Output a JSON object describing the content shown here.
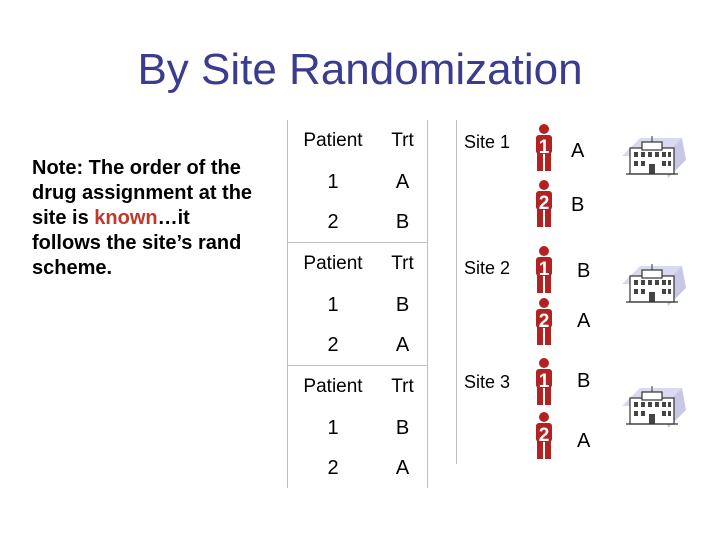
{
  "title": "By Site Randomization",
  "note": {
    "before": "Note:  The order of the drug assignment at the site is ",
    "highlight": "known",
    "after": "…it follows the site’s rand scheme."
  },
  "tables": [
    {
      "header": [
        "Patient",
        "Trt"
      ],
      "rows": [
        [
          "1",
          "A"
        ],
        [
          "2",
          "B"
        ]
      ]
    },
    {
      "header": [
        "Patient",
        "Trt"
      ],
      "rows": [
        [
          "1",
          "B"
        ],
        [
          "2",
          "A"
        ]
      ]
    },
    {
      "header": [
        "Patient",
        "Trt"
      ],
      "rows": [
        [
          "1",
          "B"
        ],
        [
          "2",
          "A"
        ]
      ]
    }
  ],
  "sites": [
    {
      "label": "Site 1",
      "patients": [
        {
          "num": "1",
          "trt": "A"
        },
        {
          "num": "2",
          "trt": "B"
        }
      ]
    },
    {
      "label": "Site 2",
      "patients": [
        {
          "num": "1",
          "trt": "B"
        },
        {
          "num": "2",
          "trt": "A"
        }
      ]
    },
    {
      "label": "Site 3",
      "patients": [
        {
          "num": "1",
          "trt": "B"
        },
        {
          "num": "2",
          "trt": "A"
        }
      ]
    }
  ],
  "colors": {
    "title": "#3b3b8f",
    "highlight": "#c0392b",
    "person": "#b22222"
  }
}
